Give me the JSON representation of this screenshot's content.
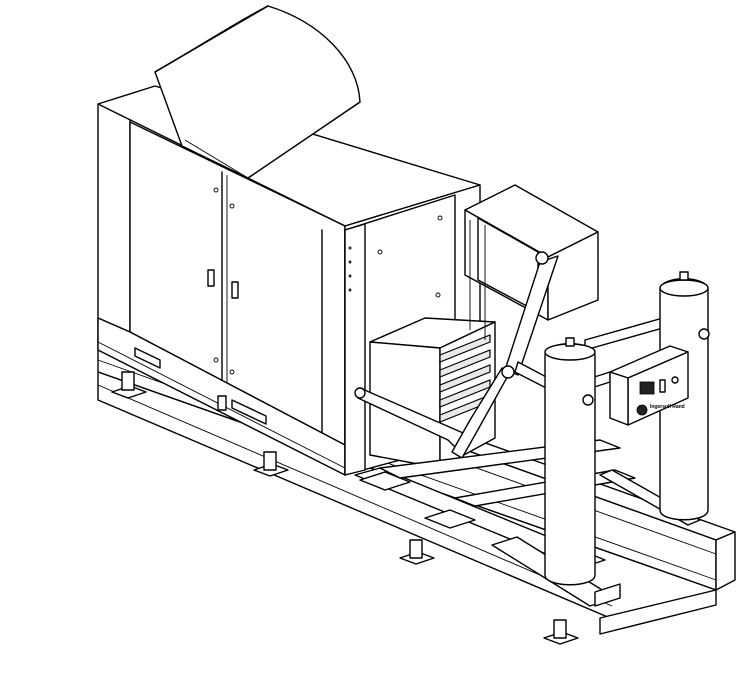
{
  "figure": {
    "background_color": "#ffffff",
    "line_color": "#000000",
    "panel_logo_label": "Ingersoll Rand",
    "icons": [
      "base-skid",
      "enclosure-cabinet",
      "intake-hood",
      "heat-exchanger",
      "receiver-tank",
      "control-panel"
    ]
  }
}
